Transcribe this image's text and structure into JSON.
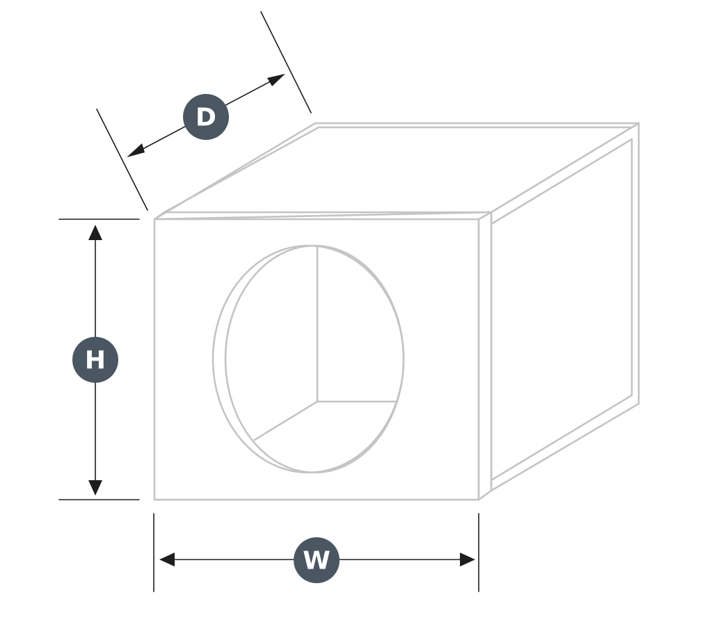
{
  "labels": {
    "depth": "D",
    "height": "H",
    "width": "W"
  },
  "colors": {
    "badge_fill": "#4a5661",
    "badge_text": "#ffffff",
    "outline": "#c4c4c4",
    "dimension_line": "#1e1e1e",
    "background": "#ffffff"
  }
}
